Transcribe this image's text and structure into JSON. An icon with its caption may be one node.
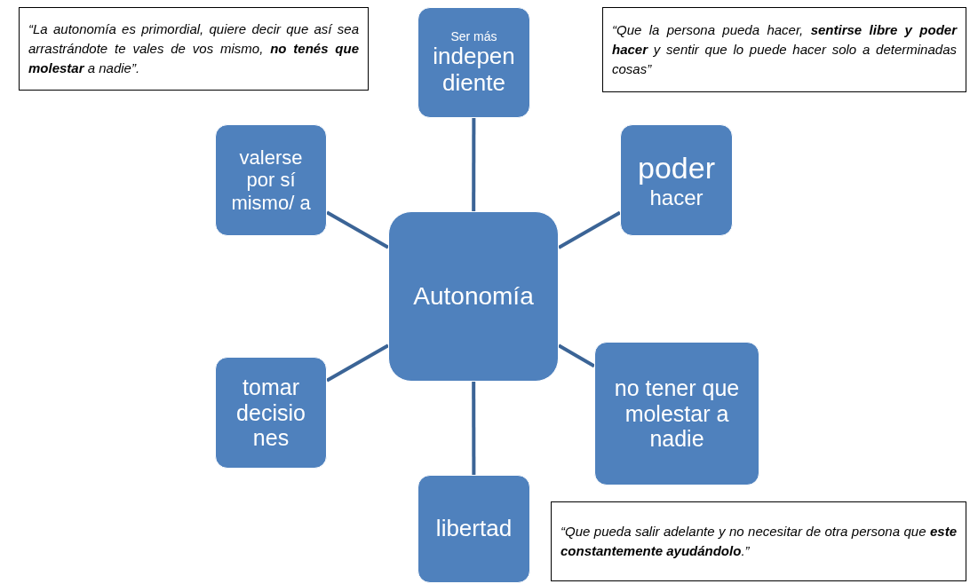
{
  "diagram": {
    "nodes": [
      {
        "text": [
          "“La autonomía es primordial, quiere decir que así sea arrastrándote te vales de vos mismo, **no tenés que molestar** a nadie”."
        ]
      },
      {
        "text": [
          "Ser más",
          "indepen diente"
        ]
      },
      {
        "text": [
          "“Que la persona pueda hacer, **sentirse libre y poder hacer** y sentir que lo puede hacer solo a determinadas cosas”"
        ]
      },
      {
        "text": [
          "valerse por sí mismo/ a"
        ]
      },
      {
        "text": [
          "poder",
          "hacer"
        ]
      },
      {
        "text": [
          "Autonomía"
        ]
      },
      {
        "text": [
          "tomar decisio nes"
        ]
      },
      {
        "text": [
          "no tener que molestar a nadie"
        ]
      },
      {
        "text": [
          "libertad"
        ]
      },
      {
        "text": [
          "“Que pueda salir adelante y no necesitar de otra persona que **este constantemente ayudándolo**.”"
        ]
      }
    ],
    "edges": [
      {
        "from": 5,
        "to": 1,
        "arrow": "none"
      },
      {
        "from": 5,
        "to": 4,
        "arrow": "none"
      },
      {
        "from": 5,
        "to": 3,
        "arrow": "none"
      },
      {
        "from": 5,
        "to": 6,
        "arrow": "none"
      },
      {
        "from": 5,
        "to": 7,
        "arrow": "none"
      },
      {
        "from": 5,
        "to": 8,
        "arrow": "none"
      }
    ]
  }
}
